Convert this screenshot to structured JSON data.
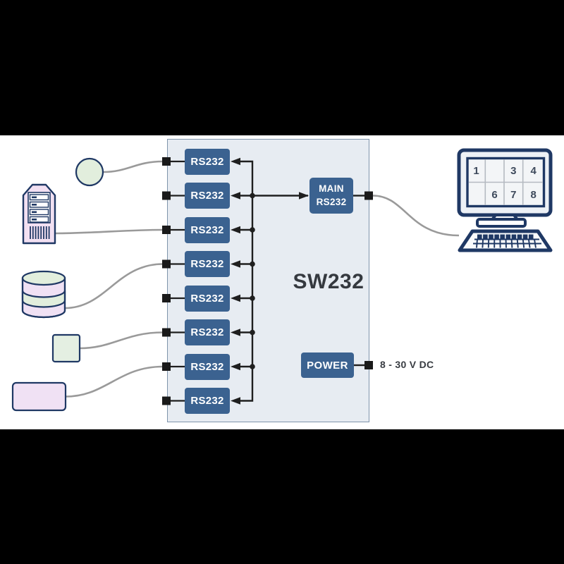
{
  "switch": {
    "title": "SW232",
    "panel_color": "#e7ecf2",
    "port_color": "#3b6290",
    "ports": [
      {
        "label": "RS232"
      },
      {
        "label": "RS232"
      },
      {
        "label": "RS232"
      },
      {
        "label": "RS232"
      },
      {
        "label": "RS232"
      },
      {
        "label": "RS232"
      },
      {
        "label": "RS232"
      },
      {
        "label": "RS232"
      }
    ],
    "main_port": {
      "line1": "MAIN",
      "line2": "RS232"
    },
    "power": {
      "label": "POWER",
      "rating": "8 - 30 V DC"
    }
  },
  "computer": {
    "screen_cells": [
      "1",
      "",
      "3",
      "4",
      "",
      "6",
      "7",
      "8"
    ]
  },
  "icons": {
    "left_devices": [
      "terminal-circle-icon",
      "server-tower-icon",
      "database-icon",
      "device-square-icon",
      "device-rect-icon"
    ],
    "right_device": "workstation-icon"
  },
  "colors": {
    "outline_navy": "#1f3864",
    "mint": "#e2eedd",
    "lavender": "#f0e1f4",
    "cable_gray": "#9a9a9a",
    "bus_black": "#1f1f1f",
    "screen_number": "#3e4a5c",
    "background": "#000000",
    "canvas": "#ffffff"
  }
}
